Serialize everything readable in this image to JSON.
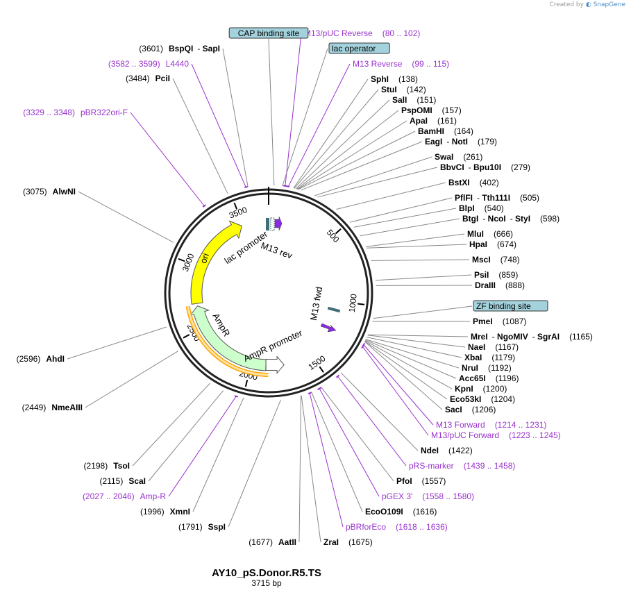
{
  "credit": {
    "prefix": "Created by",
    "brand": "SnapGene"
  },
  "plasmid": {
    "name": "AY10_pS.Donor.R5.TS",
    "size_label": "3715 bp",
    "length": 3715
  },
  "ticks": [
    "500",
    "1000",
    "1500",
    "2000",
    "2500",
    "3000",
    "3500"
  ],
  "boxed_features": [
    {
      "label": "CAP binding site"
    },
    {
      "label": "lac operator"
    },
    {
      "label": "ZF binding site"
    }
  ],
  "right_labels": [
    {
      "kind": "primer",
      "name": "M13/pUC Reverse",
      "pos": "(80 .. 102)"
    },
    {
      "kind": "box",
      "name": "lac operator"
    },
    {
      "kind": "primer",
      "name": "M13 Reverse",
      "pos": "(99 .. 115)"
    },
    {
      "kind": "site",
      "name": "SphI",
      "pos": "(138)"
    },
    {
      "kind": "site",
      "name": "StuI",
      "pos": "(142)"
    },
    {
      "kind": "site",
      "name": "SalI",
      "pos": "(151)"
    },
    {
      "kind": "site",
      "name": "PspOMI",
      "pos": "(157)"
    },
    {
      "kind": "site",
      "name": "ApaI",
      "pos": "(161)"
    },
    {
      "kind": "site",
      "name": "BamHI",
      "pos": "(164)"
    },
    {
      "kind": "site",
      "name": "EagI",
      "name2": "NotI",
      "pos": "(179)"
    },
    {
      "kind": "site",
      "name": "SwaI",
      "pos": "(261)"
    },
    {
      "kind": "site",
      "name": "BbvCI",
      "name2": "Bpu10I",
      "pos": "(279)"
    },
    {
      "kind": "site",
      "name": "BstXI",
      "pos": "(402)"
    },
    {
      "kind": "site",
      "name": "PflFI",
      "name2": "Tth111I",
      "pos": "(505)"
    },
    {
      "kind": "site",
      "name": "BlpI",
      "pos": "(540)"
    },
    {
      "kind": "site",
      "name": "BtgI",
      "name2": "NcoI",
      "name3": "StyI",
      "pos": "(598)"
    },
    {
      "kind": "site",
      "name": "MluI",
      "pos": "(666)"
    },
    {
      "kind": "site",
      "name": "HpaI",
      "pos": "(674)"
    },
    {
      "kind": "site",
      "name": "MscI",
      "pos": "(748)"
    },
    {
      "kind": "site",
      "name": "PsiI",
      "pos": "(859)"
    },
    {
      "kind": "site",
      "name": "DraIII",
      "pos": "(888)"
    },
    {
      "kind": "box",
      "name": "ZF binding site"
    },
    {
      "kind": "site",
      "name": "PmeI",
      "pos": "(1087)"
    },
    {
      "kind": "site",
      "name": "MreI",
      "name2": "NgoMIV",
      "name3": "SgrAI",
      "pos": "(1165)"
    },
    {
      "kind": "site",
      "name": "NaeI",
      "pos": "(1167)"
    },
    {
      "kind": "site",
      "name": "XbaI",
      "pos": "(1179)"
    },
    {
      "kind": "site",
      "name": "NruI",
      "pos": "(1192)"
    },
    {
      "kind": "site",
      "name": "Acc65I",
      "pos": "(1196)"
    },
    {
      "kind": "site",
      "name": "KpnI",
      "pos": "(1200)"
    },
    {
      "kind": "site",
      "name": "Eco53kI",
      "pos": "(1204)"
    },
    {
      "kind": "site",
      "name": "SacI",
      "pos": "(1206)"
    },
    {
      "kind": "primer",
      "name": "M13 Forward",
      "pos": "(1214 .. 1231)"
    },
    {
      "kind": "primer",
      "name": "M13/pUC Forward",
      "pos": "(1223 .. 1245)"
    },
    {
      "kind": "site",
      "name": "NdeI",
      "pos": "(1422)"
    },
    {
      "kind": "primer",
      "name": "pRS-marker",
      "pos": "(1439 .. 1458)"
    },
    {
      "kind": "site",
      "name": "PfoI",
      "pos": "(1557)"
    },
    {
      "kind": "primer",
      "name": "pGEX 3'",
      "pos": "(1558 .. 1580)"
    },
    {
      "kind": "site",
      "name": "EcoO109I",
      "pos": "(1616)"
    },
    {
      "kind": "primer",
      "name": "pBRforEco",
      "pos": "(1618 .. 1636)"
    },
    {
      "kind": "site",
      "name": "ZraI",
      "pos": "(1675)"
    }
  ],
  "left_labels": [
    {
      "kind": "site",
      "name": "AatII",
      "pos": "(1677)"
    },
    {
      "kind": "site",
      "name": "SspI",
      "pos": "(1791)"
    },
    {
      "kind": "site",
      "name": "XmnI",
      "pos": "(1996)"
    },
    {
      "kind": "primer",
      "name": "Amp-R",
      "pos": "(2027 .. 2046)"
    },
    {
      "kind": "site",
      "name": "ScaI",
      "pos": "(2115)"
    },
    {
      "kind": "site",
      "name": "TsoI",
      "pos": "(2198)"
    },
    {
      "kind": "site",
      "name": "NmeAIII",
      "pos": "(2449)"
    },
    {
      "kind": "site",
      "name": "AhdI",
      "pos": "(2596)"
    },
    {
      "kind": "site",
      "name": "AlwNI",
      "pos": "(3075)"
    },
    {
      "kind": "primer",
      "name": "pBR322ori-F",
      "pos": "(3329 .. 3348)"
    },
    {
      "kind": "site",
      "name": "PciI",
      "pos": "(3484)"
    },
    {
      "kind": "primer",
      "name": "L4440",
      "pos": "(3582 .. 3599)"
    },
    {
      "kind": "site",
      "name": "BspQI",
      "name2": "SapI",
      "pos": "(3601)"
    },
    {
      "kind": "box",
      "name": "CAP binding site"
    }
  ],
  "inner_features": [
    {
      "label": "ori",
      "color": "#ffff00"
    },
    {
      "label": "lac promoter",
      "color": "#ffffff"
    },
    {
      "label": "M13 rev",
      "color": "#8a2be2"
    },
    {
      "label": "AmpR",
      "color": "#ccffcc"
    },
    {
      "label": "AmpR promoter",
      "color": "#ffffff"
    },
    {
      "label": "M13 fwd",
      "color": "#8a2be2"
    }
  ],
  "colors": {
    "primer": "#9932cc",
    "box_fill": "#a3d2dc",
    "ori": "#ffff00",
    "ampr": "#ccffcc",
    "amp_primer_band": "#ffa500"
  }
}
